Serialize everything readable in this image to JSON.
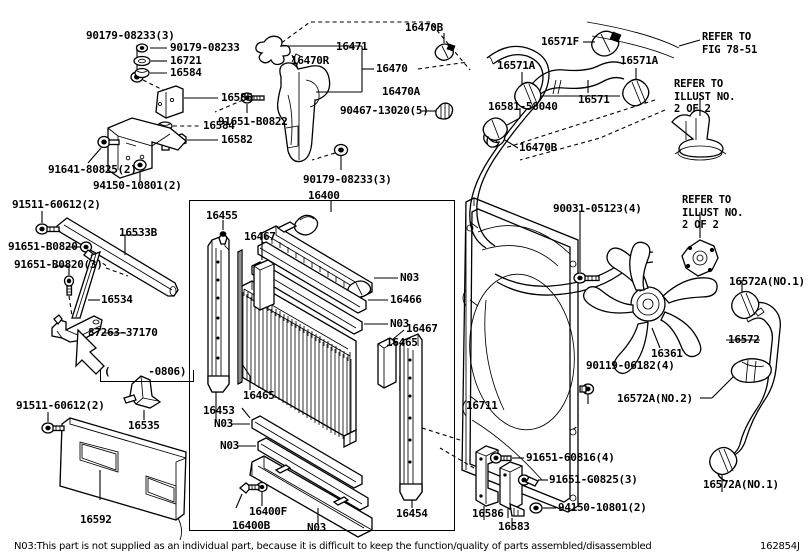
{
  "diagram": {
    "id": "162854J",
    "footnote": "N03:This part is not supplied as an individual part, because it is difficult to keep the function/quality of parts assembled/disassembled",
    "main_group": "16400"
  },
  "labels": {
    "l_90179_08233_3_top": "90179-08233(3)",
    "l_90179_08233": "90179-08233",
    "l_16721": "16721",
    "l_16584_a": "16584",
    "l_16585": "16585",
    "l_16584_b": "16584",
    "l_16582": "16582",
    "l_91651_B0822": "91651-B0822",
    "l_91641_80825_2": "91641-80825(2)",
    "l_94150_10801_2_left": "94150-10801(2)",
    "l_16470R": "16470R",
    "l_16471": "16471",
    "l_16470": "16470",
    "l_16470A": "16470A",
    "l_16470B_top": "16470B",
    "l_16470B_right": "16470B",
    "l_90467_13020_5": "90467-13020(5)",
    "l_90179_08233_3_bottom": "90179-08233(3)",
    "l_16581_58040": "16581-58040",
    "l_16571F": "16571F",
    "l_16571A_left": "16571A",
    "l_16571A_right": "16571A",
    "l_16571": "16571",
    "l_refer_fig": "REFER TO\nFIG 78-51",
    "l_refer_illust_top": "REFER TO\nILLUST NO.\n2 OF 2",
    "l_refer_illust_fan": "REFER TO\nILLUST NO.\n2 OF 2",
    "l_91511_60612_2_top": "91511-60612(2)",
    "l_16533B": "16533B",
    "l_91651_B0820": "91651-B0820",
    "l_91651_B0820_3": "91651-B0820(3)",
    "l_16534": "16534",
    "l_87263_37170": "87263-37170",
    "l_0806": "(      -0806)",
    "l_16535": "16535",
    "l_91511_60612_2_bottom": "91511-60612(2)",
    "l_16592": "16592",
    "l_16400": "16400",
    "l_16455": "16455",
    "l_16467_top": "16467",
    "l_16467_right": "16467",
    "l_16466": "16466",
    "l_16465_right": "16465",
    "l_16465_left": "16465",
    "l_16453": "16453",
    "l_16454": "16454",
    "l_16400F": "16400F",
    "l_16400B": "16400B",
    "l_N03_a": "N03",
    "l_N03_b": "N03",
    "l_N03_c": "N03",
    "l_N03_d": "N03",
    "l_N03_e": "N03",
    "l_N03_f": "N03",
    "l_N03_g": "N03",
    "l_90031_05123_4": "90031-05123(4)",
    "l_90119_06182_4": "90119-06182(4)",
    "l_16361": "16361",
    "l_16711": "16711",
    "l_16572A_no1_top": "16572A(NO.1)",
    "l_16572": "16572",
    "l_16572A_no2": "16572A(NO.2)",
    "l_16572A_no1_bottom": "16572A(NO.1)",
    "l_91651_60816_4": "91651-60816(4)",
    "l_91651_G0825_3": "91651-G0825(3)",
    "l_94150_10801_2_bottom": "94150-10801(2)",
    "l_16586": "16586",
    "l_16583": "16583"
  },
  "colors": {
    "ink": "#000000",
    "paper": "#ffffff"
  }
}
